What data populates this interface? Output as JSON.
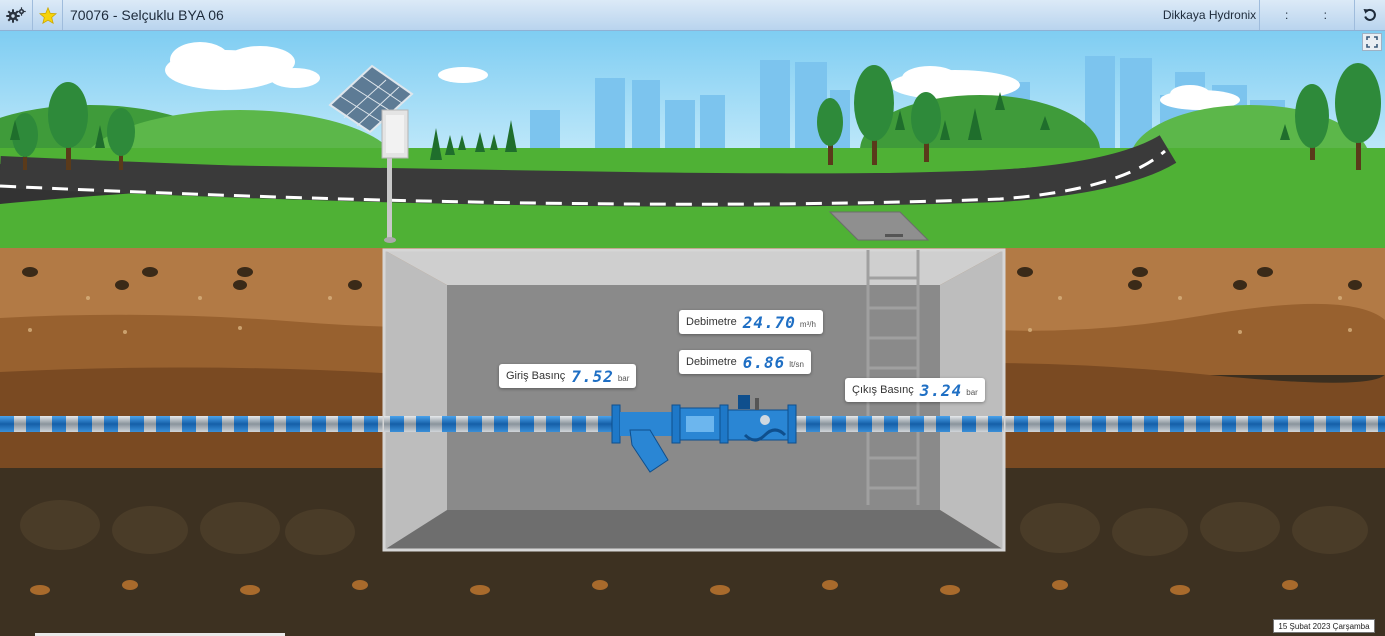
{
  "header": {
    "title": "70076 - Selçuklu BYA 06",
    "company": "Dikkaya Hydronix",
    "time": ": :"
  },
  "readings": {
    "flow_m3h": {
      "label": "Debimetre",
      "value": "24.70",
      "unit": "m³/h"
    },
    "flow_lts": {
      "label": "Debimetre",
      "value": "6.86",
      "unit": "lt/sn"
    },
    "inlet_pressure": {
      "label": "Giriş Basınç",
      "value": "7.52",
      "unit": "bar"
    },
    "outlet_pressure": {
      "label": "Çıkış Basınç",
      "value": "3.24",
      "unit": "bar"
    }
  },
  "footer": {
    "date": "15 Şubat 2023 Çarşamba"
  },
  "icons": {
    "settings": "gears-icon",
    "favorite": "star-icon",
    "refresh": "refresh-icon",
    "fullscreen": "expand-icon"
  },
  "colors": {
    "sky": "#a7dcf6",
    "grass": "#4fb135",
    "pipe_blue": "#1e78c8",
    "value_blue": "#1f6fc4",
    "star": "#f6d30a"
  }
}
